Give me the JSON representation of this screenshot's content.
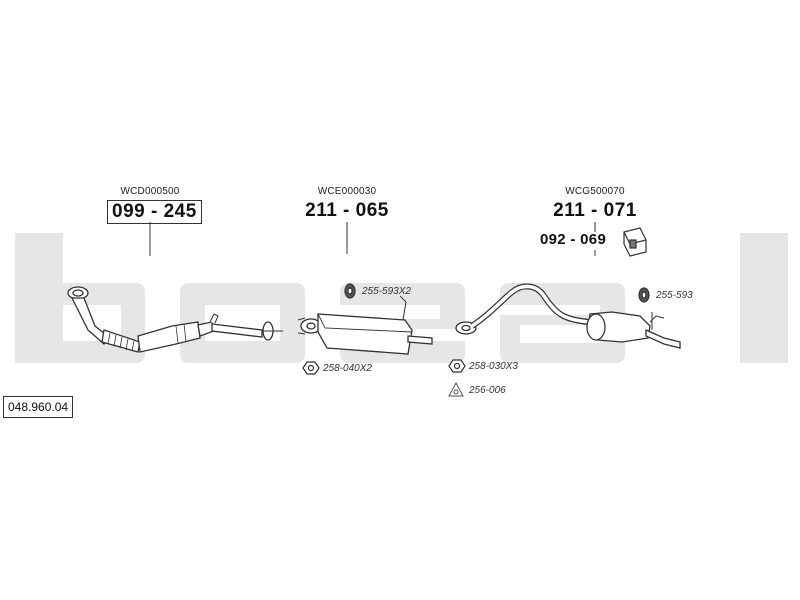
{
  "reference": "048.960.04",
  "watermark": {
    "text": "bosal",
    "color": "#e6e6e6"
  },
  "assemblies": [
    {
      "code": "WCD000500",
      "part_number": "099 - 245",
      "boxed": true
    },
    {
      "code": "WCE000030",
      "part_number": "211 - 065",
      "boxed": false
    },
    {
      "code": "WCG500070",
      "part_number": "211 - 071",
      "boxed": false
    }
  ],
  "bracket": {
    "part_number": "092 - 069",
    "icon": "rubber-hanger-icon"
  },
  "fittings": [
    {
      "label": "255-593X2",
      "icon": "rubber-ring-icon"
    },
    {
      "label": "258-040X2",
      "icon": "hex-nut-icon"
    },
    {
      "label": "258-030X3",
      "icon": "hex-nut-icon"
    },
    {
      "label": "256-006",
      "icon": "triangle-gasket-icon"
    },
    {
      "label": "255-593",
      "icon": "rubber-ring-icon"
    }
  ],
  "colors": {
    "line": "#333333",
    "watermark": "#e6e6e6"
  }
}
